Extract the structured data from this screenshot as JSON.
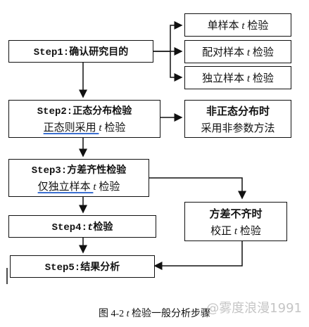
{
  "steps": {
    "step1": {
      "title": "Step1:确认研究目的"
    },
    "step2": {
      "title": "Step2:正态分布检验",
      "subtitle_pre": "正态则采用 ",
      "subtitle_t": "t",
      "subtitle_post": " 检验"
    },
    "step3": {
      "title": "Step3:方差齐性检验",
      "subtitle_pre": "仅独立样本 ",
      "subtitle_t": "t",
      "subtitle_post": " 检验"
    },
    "step4": {
      "title_pre": "Step4:",
      "title_t": "t",
      "title_post": "检验"
    },
    "step5": {
      "title": "Step5:结果分析"
    }
  },
  "tests": [
    {
      "pre": "单样本 ",
      "t": "t",
      "post": " 检验"
    },
    {
      "pre": "配对样本 ",
      "t": "t",
      "post": " 检验"
    },
    {
      "pre": "独立样本 ",
      "t": "t",
      "post": " 检验"
    }
  ],
  "nonnormal": {
    "title": "非正态分布时",
    "text": "采用非参数方法"
  },
  "unequal_var": {
    "title": "方差不齐时",
    "text_pre": "校正 ",
    "text_t": "t",
    "text_post": " 检验"
  },
  "caption": {
    "pre": "图 4-2 ",
    "t": "t",
    "post": " 检验一般分析步骤"
  },
  "watermark": "@雾度浪漫1991",
  "colors": {
    "line": "#111111",
    "underline": "#3b6fd0"
  }
}
